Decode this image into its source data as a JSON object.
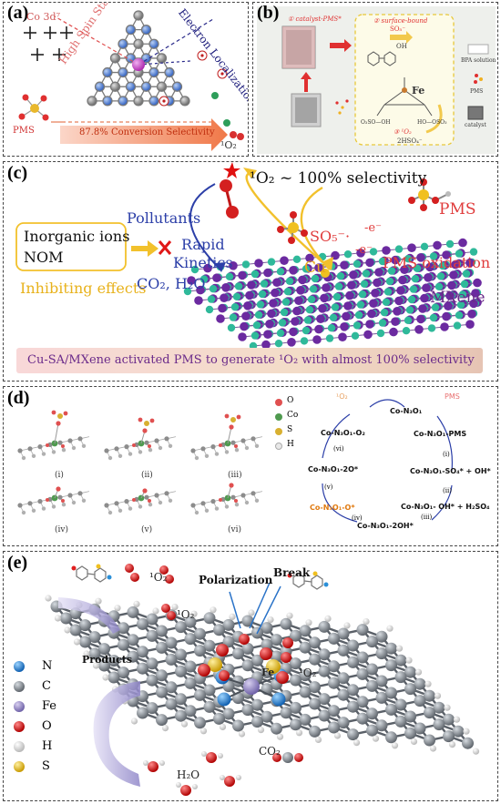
{
  "panel_a": {
    "label": "(a)",
    "co_config": "Co 3d⁷",
    "high_spin": "High Spin State",
    "electron_localization": "Electron Localization",
    "pms": "PMS",
    "selectivity": "87.8% Conversion Selectivity",
    "singlet_o2": "¹O₂"
  },
  "panel_b": {
    "label": "(b)",
    "catalyst_pms": "① catalyst-PMS*",
    "surface_bound": "② surface-bound",
    "so5": "SO₅⁻",
    "oh": "OH",
    "o2": "③ ¹O₂",
    "hso4": "2HSO₄⁻",
    "fe": "Fe",
    "left_group": "O₃SO—OH",
    "right_group": "HO—OSO₃",
    "legend_bpa": "BPA solution",
    "legend_pms": "PMS",
    "legend_catalyst": "catalyst"
  },
  "panel_c": {
    "label": "(c)",
    "selectivity": "¹O₂ ~ 100% selectivity",
    "pms": "PMS",
    "pollutants": "Pollutants",
    "rapid": "Rapid",
    "kinetics": "Kinetics",
    "so5": "SO₅⁻·",
    "e1": "-e⁻",
    "e2": "-e⁻",
    "inorganic": "Inorganic ions",
    "nom": "NOM",
    "inhibiting": "Inhibiting effects",
    "co2": "CO₂, H₂O",
    "cu": "Cu",
    "pms_oxidation": "PMS oxidation",
    "mxene": "MXene",
    "banner": "Cu-SA/MXene activated PMS to generate ¹O₂ with almost 100% selectivity"
  },
  "panel_d": {
    "label": "(d)",
    "structure_labels": [
      "(i)",
      "(ii)",
      "(iii)",
      "(iv)",
      "(v)",
      "(vi)"
    ],
    "legend": [
      {
        "label": "O",
        "color": "#e05050"
      },
      {
        "label": "Co",
        "color": "#4f9a4f"
      },
      {
        "label": "S",
        "color": "#d8b030"
      },
      {
        "label": "H",
        "color": "#e8e8e8"
      }
    ],
    "cycle": {
      "o2": "¹O₂",
      "pms": "PMS",
      "start": "Co-N₃O₁",
      "s1": "Co-N₃O₁-PMS",
      "s2": "Co-N₃O₁-SO₄* + OH*",
      "s3": "Co-N₃O₁- OH* + H₂SO₄",
      "s4": "Co-N₃O₁-2OH*",
      "s5": "Co-N₃O₁-O*",
      "s6": "Co-N₃O₁-2O*",
      "s7": "Co-N₃O₁-O₂",
      "steps": [
        "(i)",
        "(ii)",
        "(iii)",
        "(iv)",
        "(v)",
        "(vi)"
      ]
    }
  },
  "panel_e": {
    "label": "(e)",
    "o2a": "¹O₂",
    "o2b": "¹O₂",
    "o2c": "¹O₂",
    "polarization": "Polarization",
    "break": "Break",
    "products": "Products",
    "fe": "Fe",
    "co2": "CO₂",
    "h2o": "H₂O",
    "legend": [
      {
        "label": "N",
        "color": "#2b8fd8"
      },
      {
        "label": "C",
        "color": "#8a8f96"
      },
      {
        "label": "Fe",
        "color": "#9b8fc8"
      },
      {
        "label": "O",
        "color": "#e01818"
      },
      {
        "label": "H",
        "color": "#e6e6e6"
      },
      {
        "label": "S",
        "color": "#f0c419"
      }
    ]
  }
}
